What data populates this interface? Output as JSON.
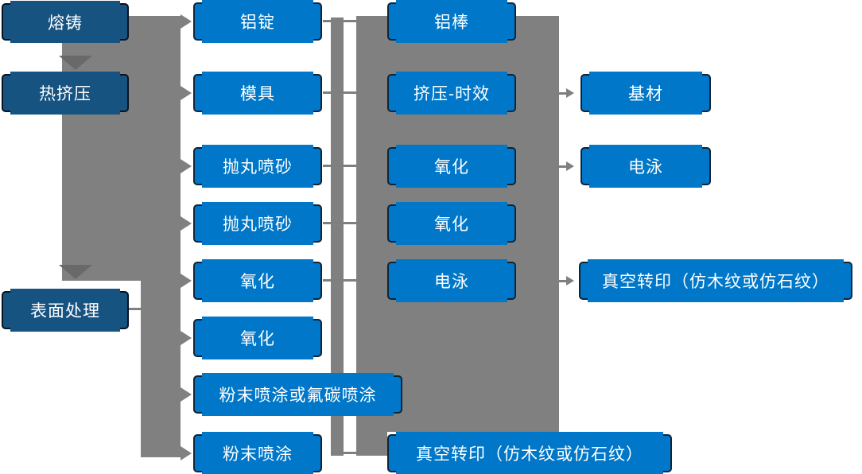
{
  "colors": {
    "stage_box_fill": "#175380",
    "process_box_fill": "#0077C8",
    "box_border": "#0E2438",
    "connector_gray": "#808080",
    "connector_line_gray": "#7F7F7F",
    "down_arrowhead_gray": "#696969",
    "text_color": "#FFFFFF",
    "background": "#FFFFFF"
  },
  "flowchart": {
    "stages": {
      "melting_casting": "熔铸",
      "hot_extrusion": "热挤压",
      "surface_treatment": "表面处理"
    },
    "preprocess": {
      "aluminum_ingot": "铝锭",
      "mold": "模具",
      "shot_blast_sand_1": "抛丸喷砂",
      "shot_blast_sand_2": "抛丸喷砂",
      "oxidation_1": "氧化",
      "oxidation_2": "氧化",
      "powder_or_fluorocarbon_spray": "粉末喷涂或氟碳喷涂",
      "powder_spray": "粉末喷涂"
    },
    "midprocess": {
      "aluminum_rod": "铝棒",
      "extrusion_aging": "挤压-时效",
      "oxidation_3": "氧化",
      "oxidation_4": "氧化",
      "electrophoresis_1": "电泳",
      "vacuum_transfer_print_1": "真空转印（仿木纹或仿石纹）"
    },
    "outputs": {
      "base_material": "基材",
      "electrophoresis_2": "电泳",
      "vacuum_transfer_print_2": "真空转印（仿木纹或仿石纹）"
    }
  }
}
